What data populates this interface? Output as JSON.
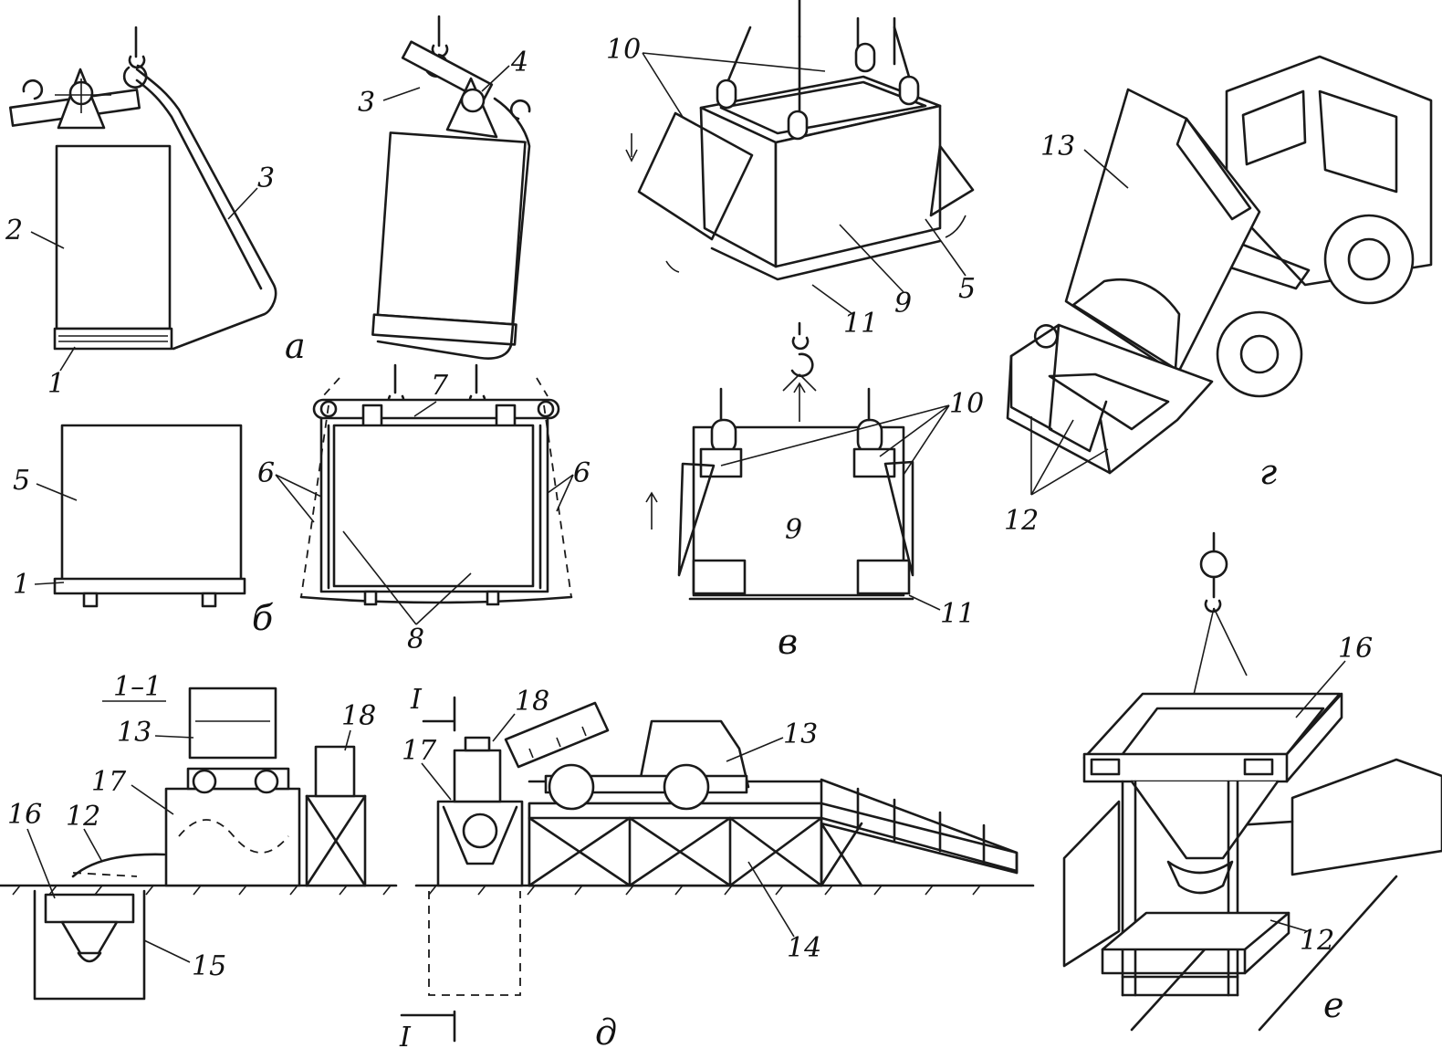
{
  "figure": {
    "panels": [
      {
        "id": "a",
        "letter": "а"
      },
      {
        "id": "b",
        "letter": "б"
      },
      {
        "id": "v",
        "letter": "в"
      },
      {
        "id": "g",
        "letter": "г"
      },
      {
        "id": "d",
        "letter": "д"
      },
      {
        "id": "e",
        "letter": "е"
      }
    ],
    "section_label": "1–1",
    "section_marks": [
      "I",
      "I"
    ],
    "callouts": {
      "a": [
        "1",
        "2",
        "3",
        "3",
        "4"
      ],
      "b": [
        "5",
        "1"
      ],
      "a_b_mid": [
        "6",
        "6",
        "7",
        "8"
      ],
      "v_top": [
        "10",
        "9",
        "5",
        "11"
      ],
      "v_bottom": [
        "10",
        "9",
        "11"
      ],
      "g": [
        "13",
        "12"
      ],
      "d_left": [
        "13",
        "17",
        "18",
        "16",
        "12",
        "15"
      ],
      "d_right": [
        "18",
        "17",
        "13",
        "14"
      ],
      "e": [
        "16",
        "12"
      ]
    }
  }
}
